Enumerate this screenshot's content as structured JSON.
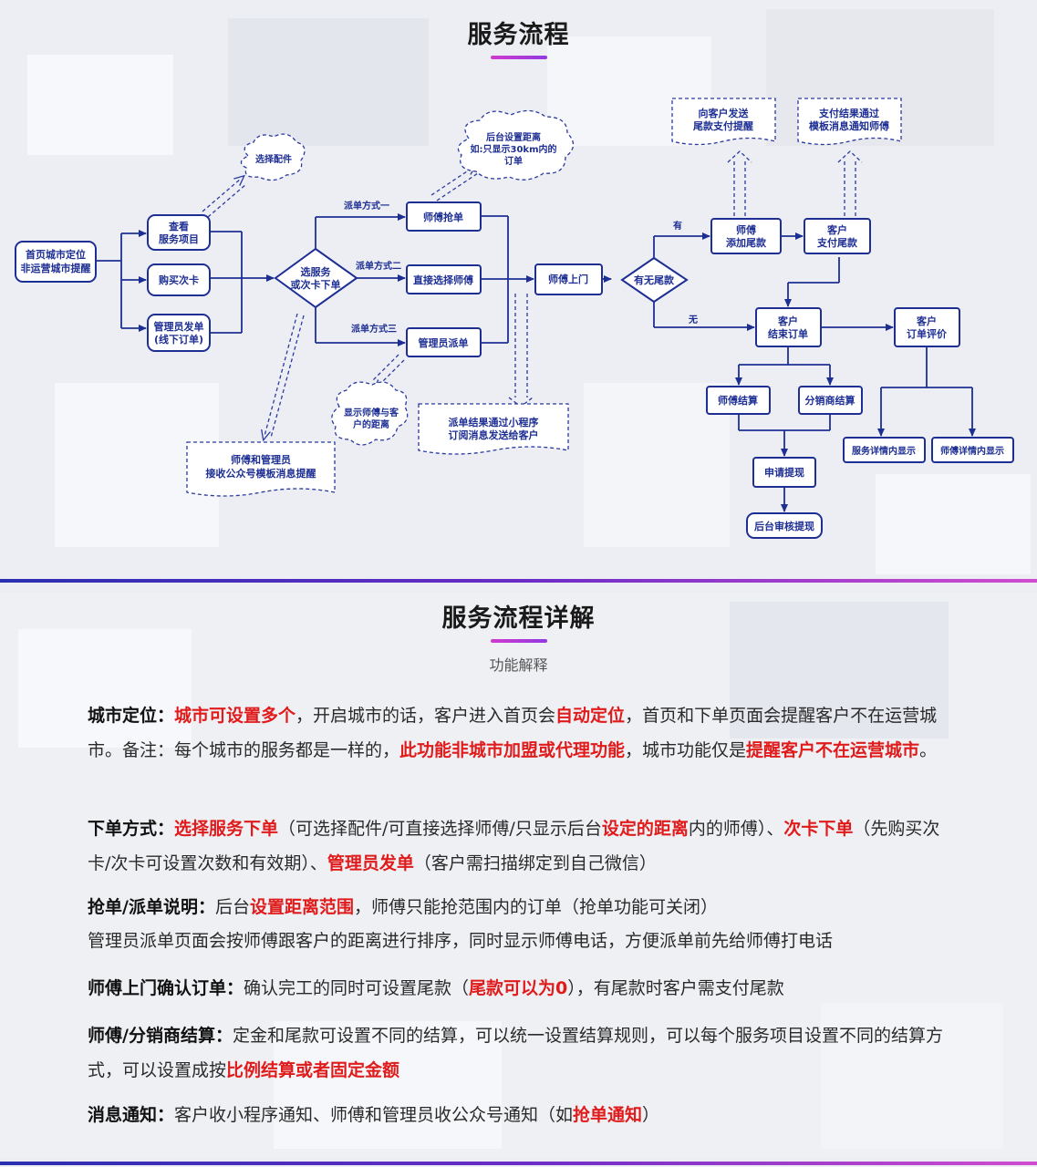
{
  "section1": {
    "title": "服务流程"
  },
  "flow": {
    "start": [
      "首页城市定位",
      "非运营城市提醒"
    ],
    "view_service": [
      "查看",
      "服务项目"
    ],
    "buy_card": "购买次卡",
    "admin_order": [
      "管理员发单",
      "(线下订单)"
    ],
    "select_parts": "选择配件",
    "decision": [
      "选服务",
      "或次卡下单"
    ],
    "method1": "派单方式一",
    "method2": "派单方式二",
    "method3": "派单方式三",
    "grab": "师傅抢单",
    "direct_pick": "直接选择师傅",
    "admin_dispatch": "管理员派单",
    "distance_note": [
      "后台设置距离",
      "如:只显示30km内的",
      "订单"
    ],
    "show_distance": [
      "显示师傅与客",
      "户的距离"
    ],
    "wechat_notice": [
      "师傅和管理员",
      "接收公众号模板消息提醒"
    ],
    "mini_notice": [
      "派单结果通过小程序",
      "订阅消息发送给客户"
    ],
    "master_visit": "师傅上门",
    "balance_q": "有无尾款",
    "yes": "有",
    "no": "无",
    "add_balance": [
      "师傅",
      "添加尾款"
    ],
    "pay_balance": [
      "客户",
      "支付尾款"
    ],
    "notify_customer": [
      "向客户发送",
      "尾款支付提醒"
    ],
    "notify_master": [
      "支付结果通过",
      "模板消息通知师傅"
    ],
    "end_order": [
      "客户",
      "结束订单"
    ],
    "review": [
      "客户",
      "订单评价"
    ],
    "master_settle": "师傅结算",
    "dist_settle": "分销商结算",
    "service_detail": "服务详情内显示",
    "master_detail": "师傅详情内显示",
    "withdraw": "申请提现",
    "audit": "后台审核提现"
  },
  "section2": {
    "title": "服务流程详解",
    "subtitle": "功能解释"
  },
  "details": [
    [
      {
        "t": "城市定位：",
        "s": "label"
      },
      {
        "t": "城市可设置多个",
        "s": "hl"
      },
      {
        "t": "，开启城市的话，客户进入首页会",
        "s": ""
      },
      {
        "t": "自动定位",
        "s": "hl"
      },
      {
        "t": "，首页和下单页面会提醒客户不在运营城市。备注：每个城市的服务都是一样的，",
        "s": ""
      },
      {
        "t": "此功能非城市加盟或代理功能",
        "s": "hl"
      },
      {
        "t": "，城市功能仅是",
        "s": ""
      },
      {
        "t": "提醒客户不在运营城市",
        "s": "hl"
      },
      {
        "t": "。",
        "s": ""
      }
    ],
    [
      {
        "t": "下单方式：",
        "s": "label"
      },
      {
        "t": "选择服务下单",
        "s": "hl"
      },
      {
        "t": "（可选择配件/可直接选择师傅/只显示后台",
        "s": ""
      },
      {
        "t": "设定的距离",
        "s": "hl"
      },
      {
        "t": "内的师傅）、",
        "s": ""
      },
      {
        "t": "次卡下单",
        "s": "hl"
      },
      {
        "t": "（先购买次卡/次卡可设置次数和有效期）、",
        "s": ""
      },
      {
        "t": "管理员发单",
        "s": "hl"
      },
      {
        "t": "（客户需扫描绑定到自己微信）",
        "s": ""
      }
    ],
    [
      {
        "t": "抢单/派单说明：",
        "s": "label"
      },
      {
        "t": "后台",
        "s": ""
      },
      {
        "t": "设置距离范围",
        "s": "hl"
      },
      {
        "t": "，师傅只能抢范围内的订单（抢单功能可关闭）",
        "s": ""
      }
    ],
    [
      {
        "t": "管理员派单页面会按师傅跟客户的距离进行排序，同时显示师傅电话，方便派单前先给师傅打电话",
        "s": ""
      }
    ],
    [
      {
        "t": "师傅上门确认订单：",
        "s": "label"
      },
      {
        "t": "确认完工的同时可设置尾款（",
        "s": ""
      },
      {
        "t": "尾款可以为0",
        "s": "hl"
      },
      {
        "t": "），有尾款时客户需支付尾款",
        "s": ""
      }
    ],
    [
      {
        "t": "师傅/分销商结算：",
        "s": "label"
      },
      {
        "t": "定金和尾款可设置不同的结算，可以统一设置结算规则，可以每个服务项目设置不同的结算方式，可以设置成按",
        "s": ""
      },
      {
        "t": "比例结算或者固定金额",
        "s": "hl"
      }
    ],
    [
      {
        "t": "消息通知：",
        "s": "label"
      },
      {
        "t": "客户收小程序通知、师傅和管理员收公众号通知（如",
        "s": ""
      },
      {
        "t": "抢单通知",
        "s": "hl"
      },
      {
        "t": "）",
        "s": ""
      }
    ]
  ]
}
